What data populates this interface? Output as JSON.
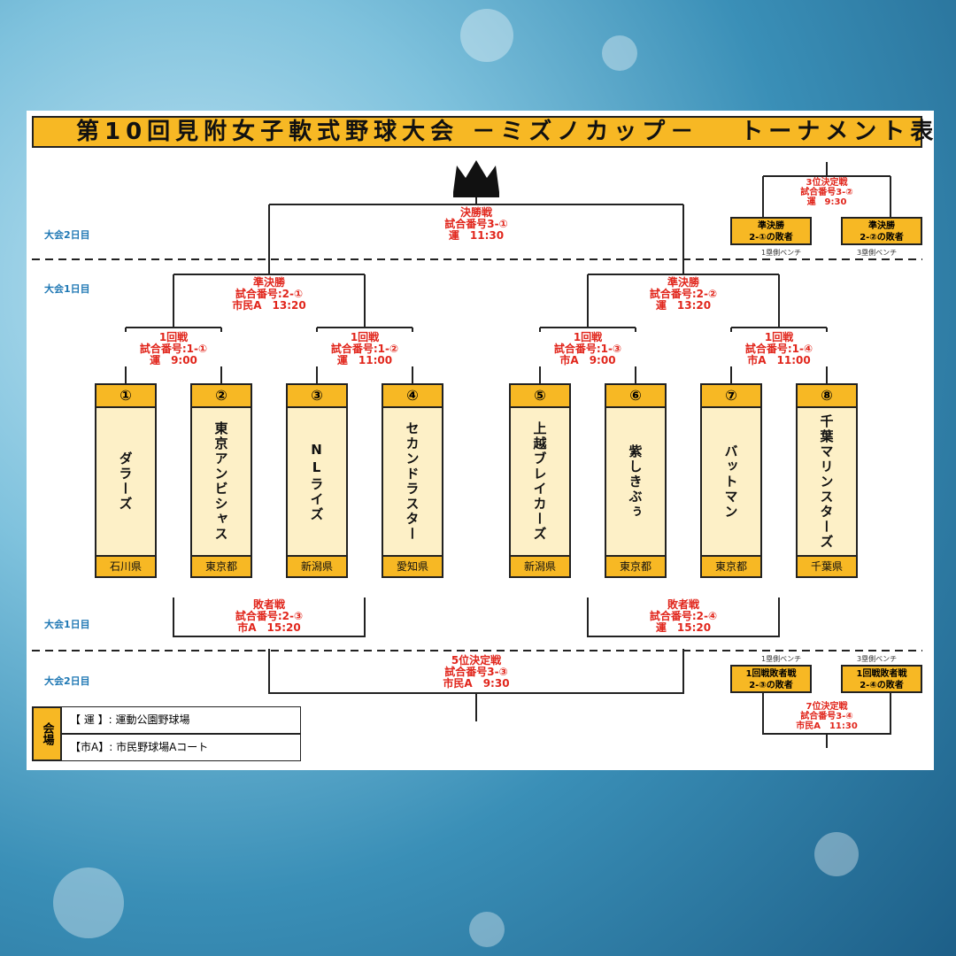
{
  "title": "第10回見附女子軟式野球大会 －ミズノカップ－　 トーナメント表",
  "days": {
    "day2_top": "大会2日目",
    "day1_top": "大会1日目",
    "day1_bottom": "大会1日目",
    "day2_bottom": "大会2日目"
  },
  "final": {
    "l1": "決勝戦",
    "l2": "試合番号3-①",
    "l3": "運　11:30"
  },
  "semi1": {
    "l1": "準決勝",
    "l2": "試合番号:2-①",
    "l3": "市民A　13:20"
  },
  "semi2": {
    "l1": "準決勝",
    "l2": "試合番号:2-②",
    "l3": "運　13:20"
  },
  "r1_1": {
    "l1": "1回戦",
    "l2": "試合番号:1-①",
    "l3": "運　9:00"
  },
  "r1_2": {
    "l1": "1回戦",
    "l2": "試合番号:1-②",
    "l3": "運　11:00"
  },
  "r1_3": {
    "l1": "1回戦",
    "l2": "試合番号:1-③",
    "l3": "市A　9:00"
  },
  "r1_4": {
    "l1": "1回戦",
    "l2": "試合番号:1-④",
    "l3": "市A　11:00"
  },
  "loser1": {
    "l1": "敗者戦",
    "l2": "試合番号:2-③",
    "l3": "市A　15:20"
  },
  "loser2": {
    "l1": "敗者戦",
    "l2": "試合番号:2-④",
    "l3": "運　15:20"
  },
  "fifth": {
    "l1": "5位決定戦",
    "l2": "試合番号3-③",
    "l3": "市民A　9:30"
  },
  "third": {
    "l1": "3位決定戦",
    "l2": "試合番号3-②",
    "l3": "運　9:30"
  },
  "seventh": {
    "l1": "7位決定戦",
    "l2": "試合番号3-④",
    "l3": "市民A　11:30"
  },
  "third_boxes": [
    {
      "l1": "準決勝",
      "l2": "2-①の敗者",
      "bench": "1塁側ベンチ"
    },
    {
      "l1": "準決勝",
      "l2": "2-②の敗者",
      "bench": "3塁側ベンチ"
    }
  ],
  "seventh_boxes": [
    {
      "l1": "1回戦敗者戦",
      "l2": "2-③の敗者",
      "bench": "1塁側ベンチ"
    },
    {
      "l1": "1回戦敗者戦",
      "l2": "2-④の敗者",
      "bench": "3塁側ベンチ"
    }
  ],
  "teams": [
    {
      "num": "①",
      "name": "ダラーズ",
      "pref": "石川県"
    },
    {
      "num": "②",
      "name": "東京アンビシャス",
      "pref": "東京都"
    },
    {
      "num": "③",
      "name": "NLライズ",
      "pref": "新潟県"
    },
    {
      "num": "④",
      "name": "セカンドラスター",
      "pref": "愛知県"
    },
    {
      "num": "⑤",
      "name": "上越ブレイカーズ",
      "pref": "新潟県"
    },
    {
      "num": "⑥",
      "name": "紫しきぶぅ",
      "pref": "東京都"
    },
    {
      "num": "⑦",
      "name": "バットマン",
      "pref": "東京都"
    },
    {
      "num": "⑧",
      "name": "千葉マリンスターズ",
      "pref": "千葉県"
    }
  ],
  "venue": {
    "label": "会場",
    "row1": "【 運 】: 運動公園野球場",
    "row2": "【市A】: 市民野球場Aコート"
  },
  "icons": {
    "crown": "crown-icon"
  },
  "colors": {
    "accent": "#f7b824",
    "time_text": "#e1261c",
    "day_text": "#1f78b4"
  }
}
